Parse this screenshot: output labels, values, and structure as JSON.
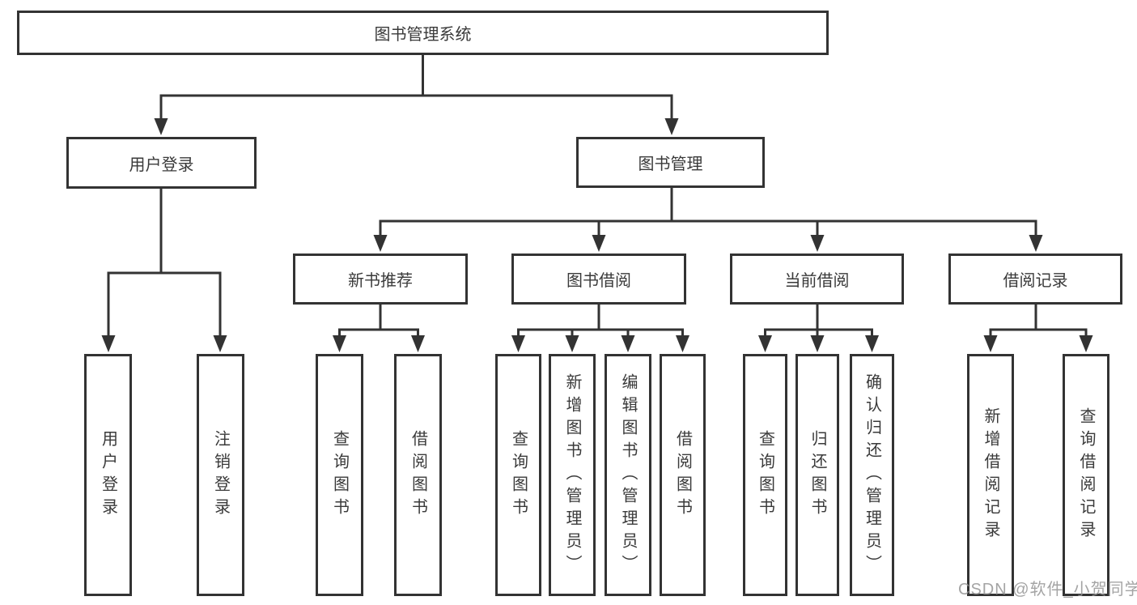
{
  "diagram_type": "hierarchy-tree",
  "root": {
    "label": "图书管理系统",
    "children": [
      {
        "label": "用户登录",
        "children": [
          {
            "label": "用户登录"
          },
          {
            "label": "注销登录"
          }
        ]
      },
      {
        "label": "图书管理",
        "children": [
          {
            "label": "新书推荐",
            "children": [
              {
                "label": "查询图书"
              },
              {
                "label": "借阅图书"
              }
            ]
          },
          {
            "label": "图书借阅",
            "children": [
              {
                "label": "查询图书"
              },
              {
                "label": "新增图书（管理员）"
              },
              {
                "label": "编辑图书（管理员）"
              },
              {
                "label": "借阅图书"
              }
            ]
          },
          {
            "label": "当前借阅",
            "children": [
              {
                "label": "查询图书"
              },
              {
                "label": "归还图书"
              },
              {
                "label": "确认归还（管理员）"
              }
            ]
          },
          {
            "label": "借阅记录",
            "children": [
              {
                "label": "新增借阅记录"
              },
              {
                "label": "查询借阅记录"
              }
            ]
          }
        ]
      }
    ]
  },
  "watermark": "CSDN @软件_小贺同学",
  "colors": {
    "line": "#333333",
    "box_border": "#333333",
    "text": "#3a3a3a",
    "background": "#ffffff",
    "watermark": "#949494"
  }
}
